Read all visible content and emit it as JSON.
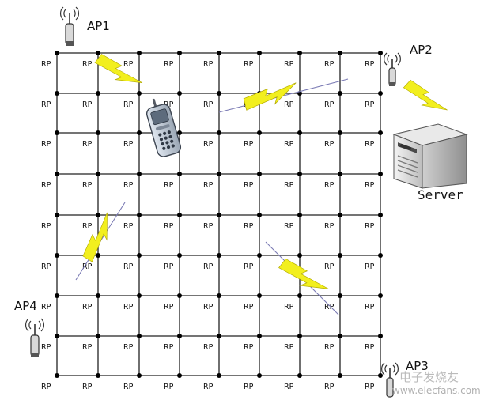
{
  "grid": {
    "cell_label": "RP"
  },
  "access_points": [
    {
      "label": "AP1"
    },
    {
      "label": "AP2"
    },
    {
      "label": "AP3"
    },
    {
      "label": "AP4"
    }
  ],
  "server": {
    "label": "Server"
  },
  "colors": {
    "bolt": "#f2ef1e",
    "ray": "#7a7ab4",
    "grid": "#222222"
  },
  "icons": [
    "antenna-icon",
    "server-icon",
    "mobile-phone-icon",
    "lightning-bolt-icon"
  ],
  "watermark": {
    "cn": "电子发烧友",
    "url": "www.elecfans.com"
  }
}
